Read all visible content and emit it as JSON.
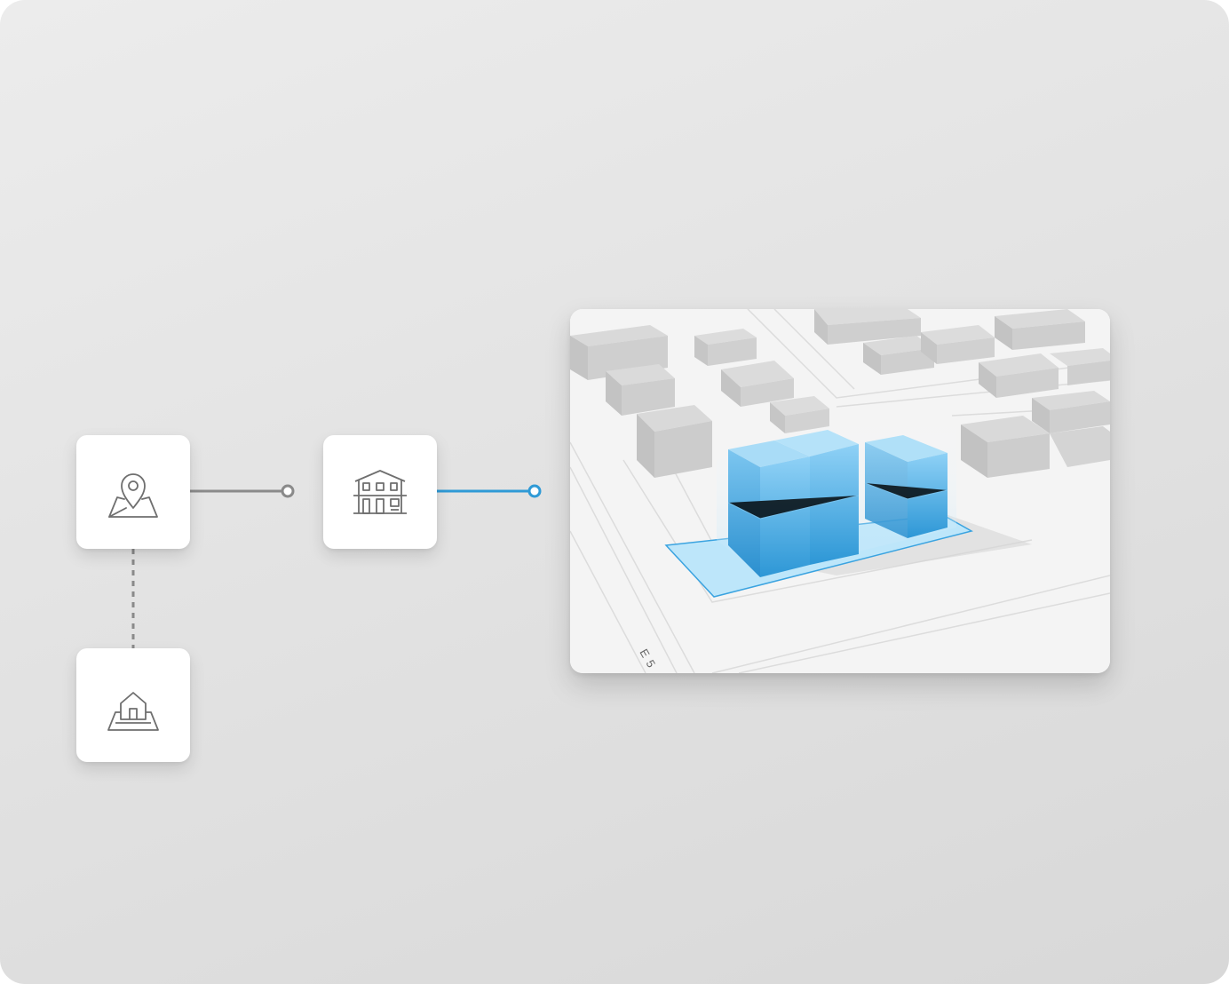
{
  "nodes": [
    {
      "id": "location",
      "icon": "map-pin-on-map-icon"
    },
    {
      "id": "building",
      "icon": "apartment-building-icon"
    },
    {
      "id": "parcel",
      "icon": "house-on-parcel-icon"
    }
  ],
  "connectors": [
    {
      "from": "location",
      "to": "building",
      "style": "solid",
      "color": "#8a8a8a"
    },
    {
      "from": "building",
      "to": "map",
      "style": "solid",
      "color": "#2f9ad6"
    },
    {
      "from": "location",
      "to": "parcel",
      "style": "dashed",
      "color": "#8a8a8a"
    }
  ],
  "map": {
    "street_label": "E 5",
    "highlight_color": "#3aa3e0",
    "building_color": "#cfcfcf"
  }
}
